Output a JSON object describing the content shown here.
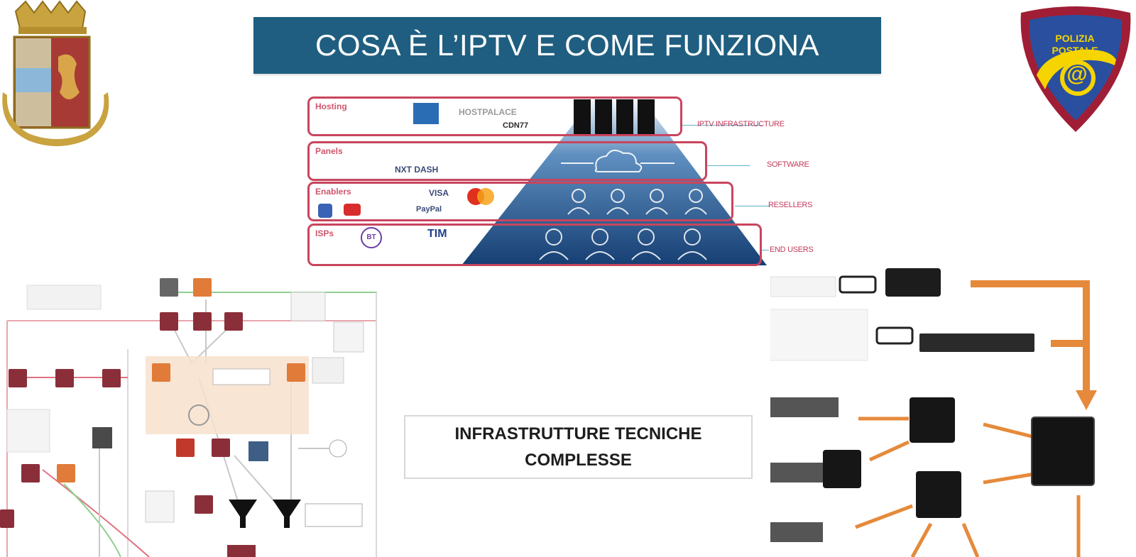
{
  "title": "COSA È L’IPTV E COME FUNZIONA",
  "pyramid": {
    "layers": [
      {
        "name": "Hosting",
        "side_label": "IPTV INFRASTRUCTURE",
        "brands": [
          "HOSTPALACE",
          "CDN77"
        ]
      },
      {
        "name": "Panels",
        "side_label": "SOFTWARE",
        "brands": [
          "NXT DASH"
        ]
      },
      {
        "name": "Enablers",
        "side_label": "RESELLERS",
        "brands": [
          "VISA",
          "PayPal"
        ]
      },
      {
        "name": "ISPs",
        "side_label": "END USERS",
        "brands": [
          "BT",
          "TIM"
        ]
      }
    ]
  },
  "infra_box": {
    "line1": "INFRASTRUTTURE TECNICHE",
    "line2": "COMPLESSE"
  },
  "logo_right": {
    "line1": "POLIZIA",
    "line2": "POSTALE",
    "symbol": "@"
  },
  "colors": {
    "banner": "#1f5e80",
    "layer_border": "#c8455e",
    "pyramid_dark": "#1b4f7e",
    "pyramid_light": "#ffffff",
    "arrow_orange": "#e58a3b",
    "node_red": "#8a2f3a",
    "node_orange": "#e07b39",
    "shield_blue": "#2a4f9e",
    "shield_red": "#a01e35",
    "shield_yellow": "#f5d400"
  },
  "icons": [
    "police-crest-icon",
    "polizia-postale-shield-icon",
    "server-rack-icon",
    "cloud-icon",
    "user-icon",
    "funnel-icon"
  ]
}
